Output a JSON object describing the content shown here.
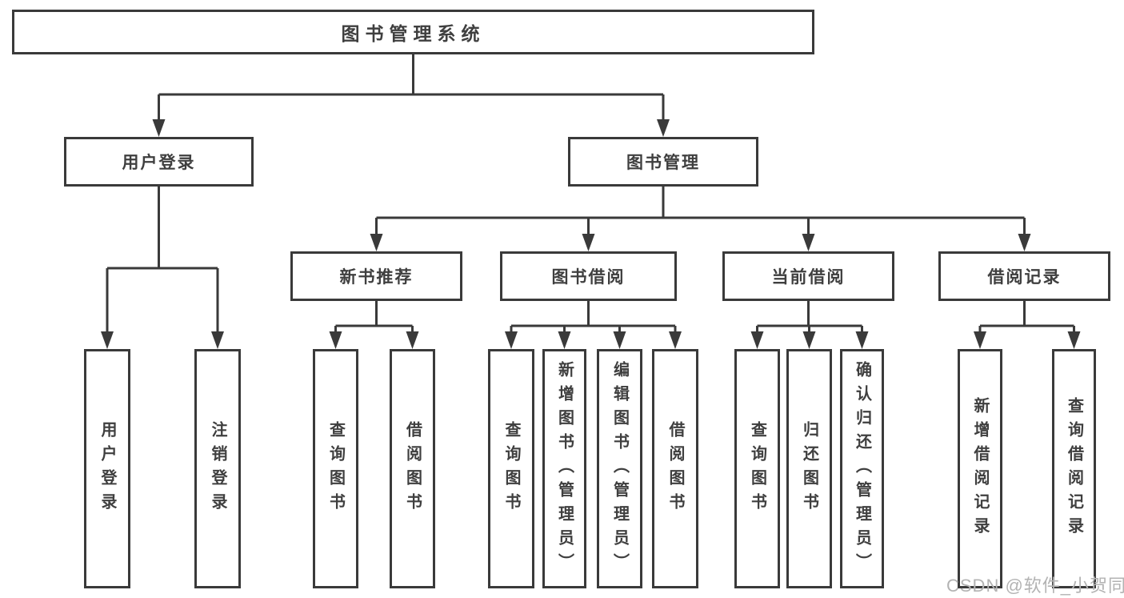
{
  "diagram_type": "hierarchy-tree",
  "colors": {
    "line": "#3a3a3a",
    "text": "#3f3f3f",
    "background": "#ffffff",
    "watermark": "#b3b3b3"
  },
  "tree": {
    "label": "图书管理系统",
    "children": [
      {
        "label": "用户登录",
        "children": [
          {
            "label": "用户登录"
          },
          {
            "label": "注销登录"
          }
        ]
      },
      {
        "label": "图书管理",
        "children": [
          {
            "label": "新书推荐",
            "children": [
              {
                "label": "查询图书"
              },
              {
                "label": "借阅图书"
              }
            ]
          },
          {
            "label": "图书借阅",
            "children": [
              {
                "label": "查询图书"
              },
              {
                "label": "新增图书（管理员）"
              },
              {
                "label": "编辑图书（管理员）"
              },
              {
                "label": "借阅图书"
              }
            ]
          },
          {
            "label": "当前借阅",
            "children": [
              {
                "label": "查询图书"
              },
              {
                "label": "归还图书"
              },
              {
                "label": "确认归还（管理员）"
              }
            ]
          },
          {
            "label": "借阅记录",
            "children": [
              {
                "label": "新增借阅记录"
              },
              {
                "label": "查询借阅记录"
              }
            ]
          }
        ]
      }
    ]
  },
  "watermark": {
    "text": "CSDN @软件_小贺同学"
  }
}
